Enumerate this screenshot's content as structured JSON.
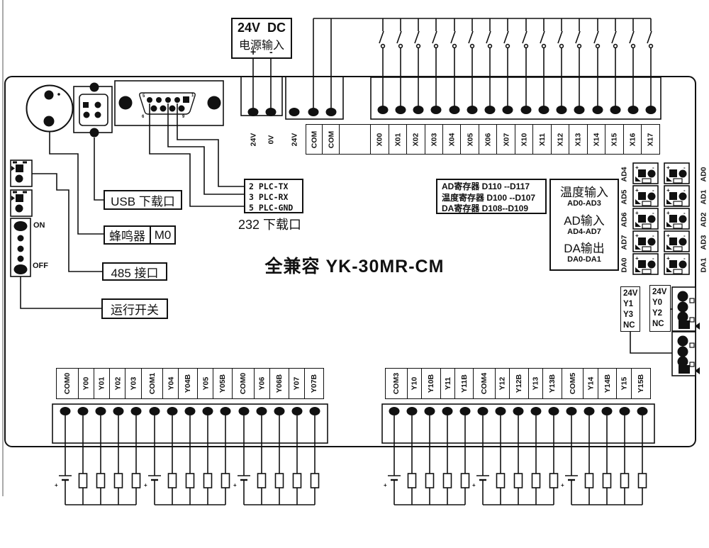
{
  "misc": {
    "plus": "+",
    "minus": "-"
  },
  "title": "全兼容 YK-30MR-CM",
  "power": {
    "line1": "24V  DC",
    "line2": "电源输入",
    "plus": "+",
    "minus": "-"
  },
  "top": {
    "rail_labels": [
      "24V",
      "0V",
      "24V"
    ],
    "com_labels": [
      "COM",
      "COM"
    ],
    "inputs": [
      "X00",
      "X01",
      "X02",
      "X03",
      "X04",
      "X05",
      "X06",
      "X07",
      "X10",
      "X11",
      "X12",
      "X13",
      "X14",
      "X15",
      "X16",
      "X17"
    ]
  },
  "left": {
    "usb_label": "USB 下载口",
    "buzzer_label": "蜂鸣器",
    "buzzer_tag": "M0",
    "rs485_label": "485 接口",
    "run_label": "运行开关",
    "on": "ON",
    "off": "OFF"
  },
  "serial": {
    "rows": [
      "2 PLC-TX",
      "3 PLC-RX",
      "5 PLC-GND"
    ],
    "caption": "232 下载口"
  },
  "db9": {
    "pin5": "5",
    "pin1": "1",
    "pin6": "6",
    "pin9": "9"
  },
  "registers": {
    "rows": [
      "AD寄存器 D110 --D117",
      "温度寄存器 D100 --D107",
      "DA寄存器 D108--D109"
    ]
  },
  "analog_io": {
    "groups": [
      {
        "big": "温度输入",
        "small": "AD0-AD3"
      },
      {
        "big": "AD输入",
        "small": "AD4-AD7"
      },
      {
        "big": "DA输出",
        "small": "DA0-DA1"
      }
    ],
    "left_labels": [
      "AD4",
      "AD5",
      "AD6",
      "AD7",
      "DA0"
    ],
    "right_labels": [
      "AD0",
      "AD1",
      "AD2",
      "AD3",
      "DA1"
    ]
  },
  "relay": {
    "left": [
      "24V",
      "Y1",
      "Y3",
      "NC"
    ],
    "right": [
      "24V",
      "Y0",
      "Y2",
      "NC"
    ]
  },
  "outputs": {
    "left": [
      "COM0",
      "Y00",
      "Y01",
      "Y02",
      "Y03",
      "COM1",
      "Y04",
      "Y04B",
      "Y05",
      "Y05B",
      "COM0",
      "Y06",
      "Y06B",
      "Y07",
      "Y07B"
    ],
    "right": [
      "COM3",
      "Y10",
      "Y10B",
      "Y11",
      "Y11B",
      "COM4",
      "Y12",
      "Y12B",
      "Y13",
      "Y13B",
      "COM5",
      "Y14",
      "Y14B",
      "Y15",
      "Y15B"
    ]
  }
}
